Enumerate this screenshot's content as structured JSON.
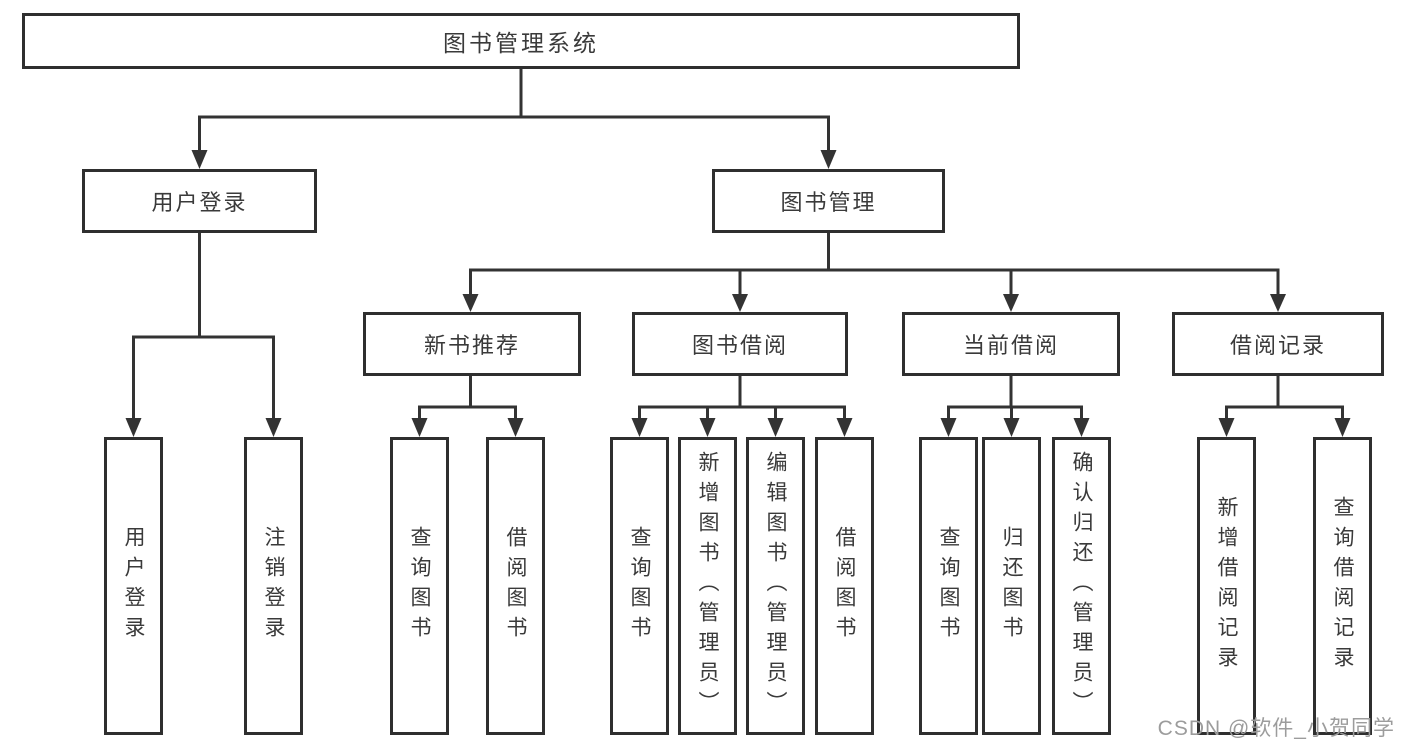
{
  "diagram": {
    "root": {
      "label": "图书管理系统"
    },
    "level2": [
      {
        "label": "用户登录"
      },
      {
        "label": "图书管理"
      }
    ],
    "level3": [
      {
        "label": "新书推荐"
      },
      {
        "label": "图书借阅"
      },
      {
        "label": "当前借阅"
      },
      {
        "label": "借阅记录"
      }
    ],
    "leaves": [
      {
        "label": "用户登录"
      },
      {
        "label": "注销登录"
      },
      {
        "label": "查询图书"
      },
      {
        "label": "借阅图书"
      },
      {
        "label": "查询图书"
      },
      {
        "label": "新增图书（管理员）"
      },
      {
        "label": "编辑图书（管理员）"
      },
      {
        "label": "借阅图书"
      },
      {
        "label": "查询图书"
      },
      {
        "label": "归还图书"
      },
      {
        "label": "确认归还（管理员）"
      },
      {
        "label": "新增借阅记录"
      },
      {
        "label": "查询借阅记录"
      }
    ]
  },
  "watermark": {
    "text": "CSDN @软件_小贺同学"
  },
  "colors": {
    "line": "#333333",
    "border": "#2f2f2f",
    "text": "#3a3a3a",
    "watermark": "#9c9c9c",
    "background": "#ffffff"
  }
}
